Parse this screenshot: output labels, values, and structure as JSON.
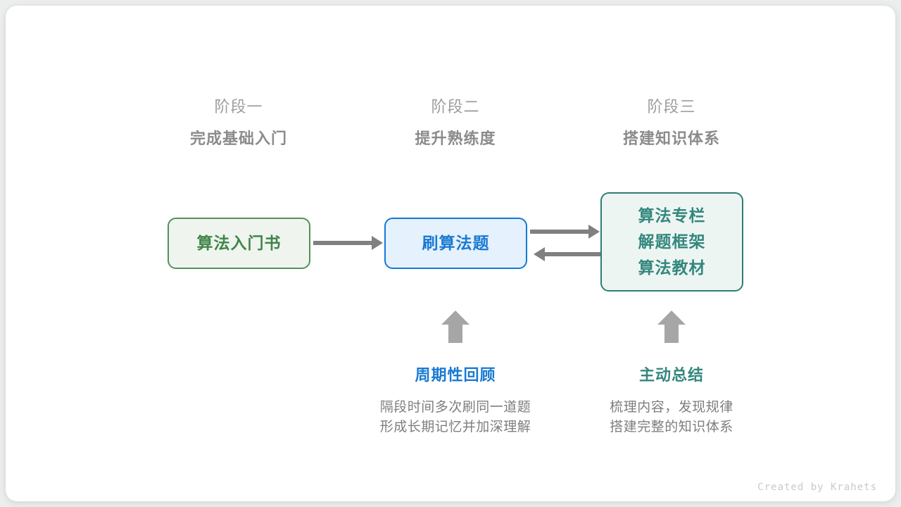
{
  "canvas": {
    "background": "#ffffff",
    "page_background": "#eceded"
  },
  "phases": [
    {
      "sub": "阶段一",
      "title": "完成基础入门"
    },
    {
      "sub": "阶段二",
      "title": "提升熟练度"
    },
    {
      "sub": "阶段三",
      "title": "搭建知识体系"
    }
  ],
  "nodes": [
    {
      "id": "intro-book",
      "lines": [
        "算法入门书"
      ],
      "fill": "#eff5ee",
      "border": "#51925a",
      "text": "#3f8549"
    },
    {
      "id": "practice-problems",
      "lines": [
        "刷算法题"
      ],
      "fill": "#e5f1fd",
      "border": "#1279d4",
      "text": "#1a7ad2"
    },
    {
      "id": "knowledge-resources",
      "lines": [
        "算法专栏",
        "解题框架",
        "算法教材"
      ],
      "fill": "#edf5f3",
      "border": "#2e7d74",
      "text": "#33877d"
    }
  ],
  "connectors": [
    {
      "id": "green-to-blue",
      "direction": "right",
      "color": "#808080"
    },
    {
      "id": "blue-to-teal",
      "direction": "right",
      "color": "#808080"
    },
    {
      "id": "teal-to-blue",
      "direction": "left",
      "color": "#808080"
    }
  ],
  "up_arrows": [
    {
      "id": "review-up-arrow",
      "color": "#a6a6a6"
    },
    {
      "id": "summary-up-arrow",
      "color": "#a6a6a6"
    }
  ],
  "annotations": [
    {
      "id": "periodic-review",
      "title": "周期性回顾",
      "title_color": "#1a7ad2",
      "desc_line1": "隔段时间多次刷同一道题",
      "desc_line2": "形成长期记忆并加深理解"
    },
    {
      "id": "active-summary",
      "title": "主动总结",
      "title_color": "#33877d",
      "desc_line1": "梳理内容，发现规律",
      "desc_line2": "搭建完整的知识体系"
    }
  ],
  "footer": {
    "credit": "Created by Krahets"
  }
}
